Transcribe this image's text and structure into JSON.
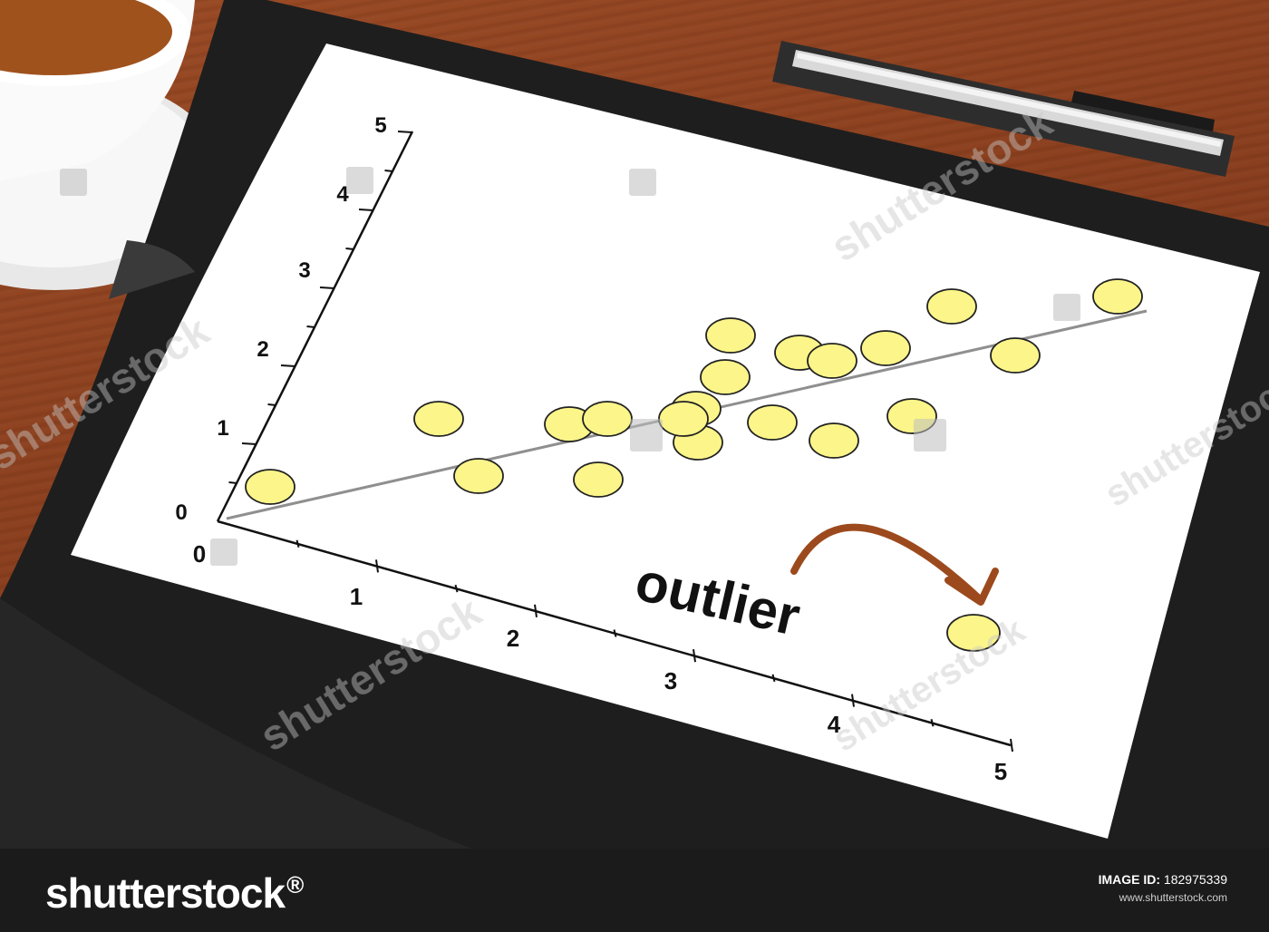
{
  "photo": {
    "chart": {
      "x_tick_labels": [
        "0",
        "1",
        "2",
        "3",
        "4",
        "5"
      ],
      "y_tick_labels": [
        "0",
        "1",
        "2",
        "3",
        "4",
        "5"
      ],
      "annotation": "outlier"
    },
    "colors": {
      "desk": "#8a3f1e",
      "tablet_case": "#1e1e1e",
      "screen": "#ffffff",
      "point_fill": "#fbf58a",
      "point_stroke": "#222222",
      "trend_line": "#8f8f8f",
      "arrow": "#9c4a1d"
    },
    "watermark": "shutterstock"
  },
  "footer": {
    "brand": "shutterstock",
    "brand_mark": "®",
    "image_id_label": "IMAGE ID:",
    "image_id": "182975339",
    "site": "www.shutterstock.com"
  }
}
